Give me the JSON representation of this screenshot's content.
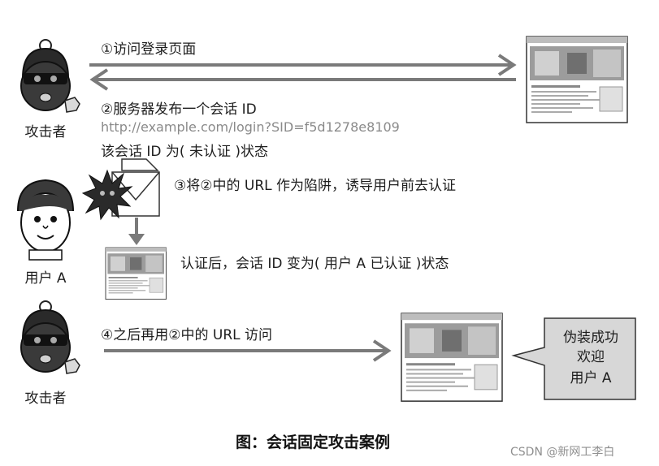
{
  "step1": "①访问登录页面",
  "step2": "②服务器发布一个会话 ID",
  "step2_url": "http://example.com/login?SID=f5d1278e8109",
  "step2_state": "该会话 ID 为( 未认证 )状态",
  "step3": "③将②中的 URL 作为陷阱，诱导用户前去认证",
  "after_auth": "认证后，会话 ID 变为( 用户 A 已认证 )状态",
  "step4": "④之后再用②中的 URL 访问",
  "attacker_label": "攻击者",
  "user_label": "用户 A",
  "bubble": [
    "伪装成功",
    "欢迎",
    "用户 A"
  ],
  "caption": "图：会话固定攻击案例",
  "watermark": "CSDN @新网工李白",
  "colors": {
    "arrow": "#7a7a7a",
    "bubble_fill": "#d7d7d7",
    "skin": "#c8c8c8"
  }
}
